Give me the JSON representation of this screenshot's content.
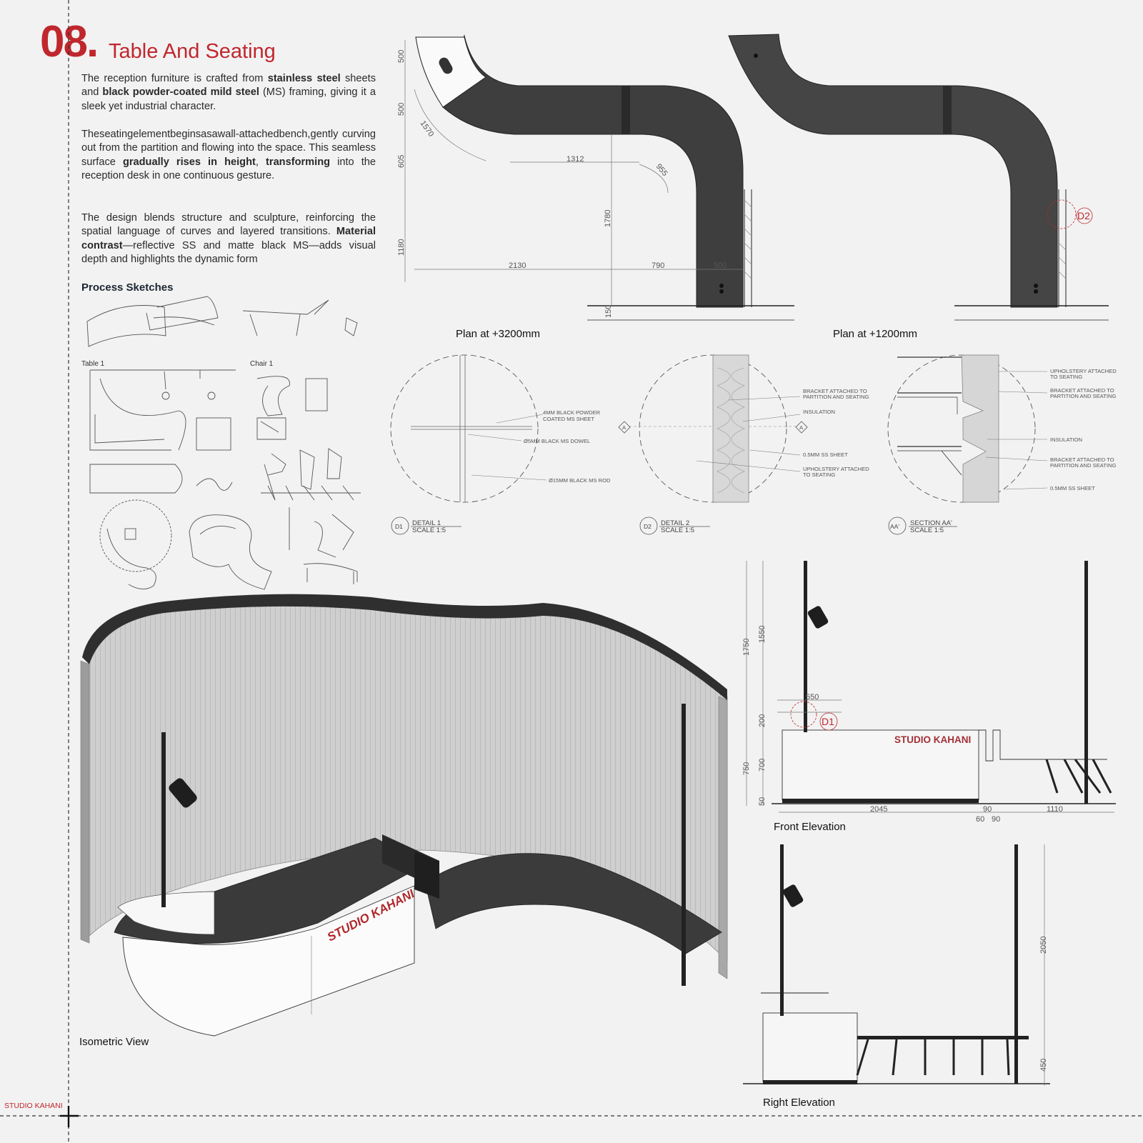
{
  "header": {
    "number": "08.",
    "title": "Table And Seating"
  },
  "intro": {
    "p1": [
      "The reception furniture is crafted from ",
      "stainless steel",
      " sheets and ",
      "black powder-coated mild steel",
      " (MS) framing, giving it a sleek yet industrial character."
    ],
    "p2": [
      "Theseatingelementbeginsasawall-attachedbench,gently curving out from the partition and flowing into the space. This seamless surface ",
      "gradually rises in height",
      ", ",
      "transforming",
      " into the reception desk in one continuous gesture."
    ],
    "p3": [
      "The design blends structure and sculpture, reinforcing the spatial language of curves and layered transitions. ",
      "Material contrast",
      "—reflective SS and matte black MS—adds visual depth and highlights the dynamic form"
    ]
  },
  "sketches": {
    "title": "Process Sketches",
    "labels": [
      "Table 1",
      "Chair 1"
    ]
  },
  "plan_3200": {
    "caption": "Plan at +3200mm",
    "dims": [
      "500",
      "500",
      "1570",
      "605",
      "1312",
      "955",
      "1780",
      "1180",
      "2130",
      "790",
      "500",
      "150"
    ]
  },
  "plan_1200": {
    "caption": "Plan at +1200mm",
    "tag": "D2"
  },
  "detail1": {
    "notes": [
      "4MM BLACK POWDER",
      "COATED MS SHEET",
      "Ø5MM BLACK MS DOWEL",
      "Ø15MM BLACK MS ROD"
    ],
    "tag": "D1",
    "title": "DETAIL 1",
    "scale": "SCALE 1:5"
  },
  "detail2": {
    "notes": [
      "BRACKET ATTACHED TO",
      "PARTITION AND SEATING",
      "INSULATION",
      "0.5MM SS SHEET",
      "UPHOLSTERY ATTACHED",
      "TO SEATING"
    ],
    "marker": "A",
    "tag": "D2",
    "title": "DETAIL 2",
    "scale": "SCALE 1:5"
  },
  "section_aa": {
    "notes": [
      "UPHOLSTERY ATTACHED",
      "TO SEATING",
      "BRACKET ATTACHED TO",
      "PARTITION AND SEATING",
      "INSULATION",
      "BRACKET ATTACHED TO",
      "PARTITION AND SEATING",
      "0.5MM SS SHEET"
    ],
    "tag": "AA'",
    "title": "SECTION AA'",
    "scale": "SCALE 1:5"
  },
  "isometric": {
    "caption": "Isometric View",
    "brand": "STUDIO KAHANI"
  },
  "front_elevation": {
    "caption": "Front Elevation",
    "brand": "STUDIO KAHANI",
    "tag": "D1",
    "dims": [
      "1750",
      "1550",
      "550",
      "200",
      "750",
      "700",
      "50",
      "2045",
      "90",
      "1110",
      "60",
      "90"
    ]
  },
  "right_elevation": {
    "caption": "Right Elevation",
    "dims": [
      "2050",
      "450"
    ]
  },
  "footer": {
    "brand": "STUDIO KAHANI"
  }
}
